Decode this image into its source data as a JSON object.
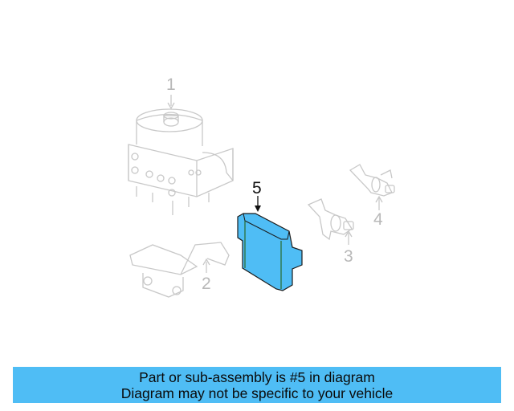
{
  "diagram": {
    "callouts": [
      {
        "number": "1",
        "part": "abs-hydraulic-unit",
        "highlighted": false
      },
      {
        "number": "2",
        "part": "mounting-bracket",
        "highlighted": false
      },
      {
        "number": "3",
        "part": "wheel-speed-sensor-a",
        "highlighted": false
      },
      {
        "number": "4",
        "part": "wheel-speed-sensor-b",
        "highlighted": false
      },
      {
        "number": "5",
        "part": "control-module",
        "highlighted": true
      }
    ],
    "highlight_color": "#4fbdf5",
    "line_color": "#c8c8c8"
  },
  "banner": {
    "line1": "Part or sub-assembly is #5 in diagram",
    "line2": "Diagram may not be specific to your vehicle",
    "background": "#4fbdf5"
  }
}
